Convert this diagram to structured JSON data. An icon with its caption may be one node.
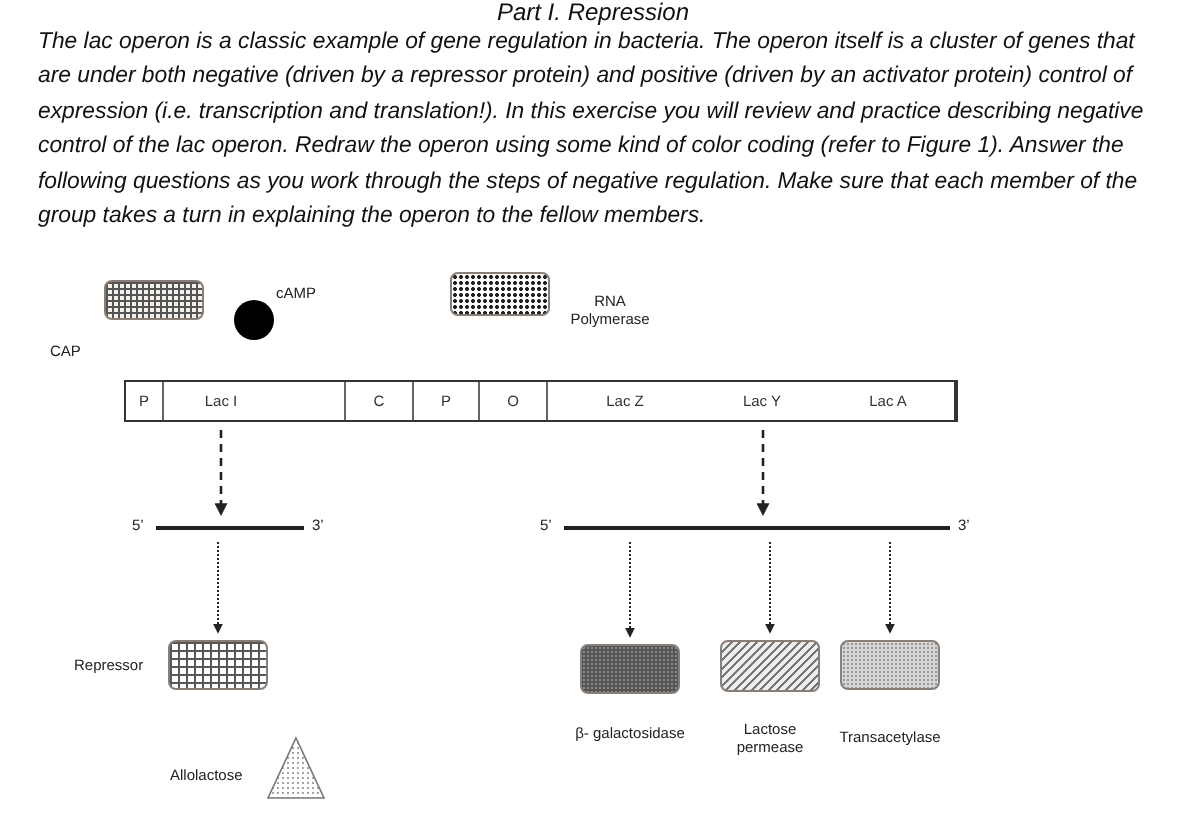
{
  "diagram": {
    "title": "Part I. Repression",
    "nodes": [
      {
        "text": [
          "CAP"
        ]
      },
      {
        "text": [
          "cAMP"
        ]
      },
      {
        "text": [
          "RNA Polymerase"
        ]
      },
      {
        "text": [],
        "shape": "box"
      },
      {
        "text": [
          "P"
        ],
        "in": 3
      },
      {
        "text": [
          "Lac I"
        ],
        "in": 3
      },
      {
        "text": [],
        "shape": "box",
        "in": 3
      },
      {
        "text": [
          "C"
        ],
        "in": 3
      },
      {
        "text": [
          "P"
        ],
        "in": 3
      },
      {
        "text": [
          "O"
        ],
        "in": 3
      },
      {
        "text": [
          "Lac Z"
        ],
        "in": 3
      },
      {
        "text": [
          "Lac Y"
        ],
        "in": 3
      },
      {
        "text": [
          "Lac A"
        ],
        "in": 3
      },
      {
        "text": [],
        "shape": "bar",
        "beside": [
          "5’",
          "3’"
        ]
      },
      {
        "text": [],
        "shape": "bar",
        "beside": [
          "5’",
          "3’"
        ]
      },
      {
        "text": [
          "Repressor"
        ]
      },
      {
        "text": [
          "β- galactosidase"
        ]
      },
      {
        "text": [
          "Lactose permease"
        ]
      },
      {
        "text": [
          "Transacetylase"
        ]
      },
      {
        "text": [
          "Allolactose"
        ]
      }
    ],
    "edges": [
      {
        "from": 5,
        "to": 13,
        "arrow": "to",
        "style": "dashed"
      },
      {
        "from": 11,
        "to": 14,
        "arrow": "to",
        "style": "dashed"
      },
      {
        "from": 13,
        "to": 15,
        "arrow": "to"
      },
      {
        "from": 14,
        "to": 16,
        "arrow": "to"
      },
      {
        "from": 14,
        "to": 17,
        "arrow": "to"
      },
      {
        "from": 14,
        "to": 18,
        "arrow": "to"
      }
    ],
    "labels": [
      "The lac operon is a classic example of gene regulation in bacteria. The operon itself is a cluster of genes that are under both negative (driven by a repressor protein) and positive (driven by an activator protein) control of expression (i.e. transcription and translation!). In this exercise you will review and practice describing negative control of the lac operon. Redraw the operon using some kind of color coding (refer to Figure 1). Answer the following questions as you work through the steps of negative regulation. Make sure that each member of the group takes a turn in explaining the operon to the fellow members."
    ]
  }
}
